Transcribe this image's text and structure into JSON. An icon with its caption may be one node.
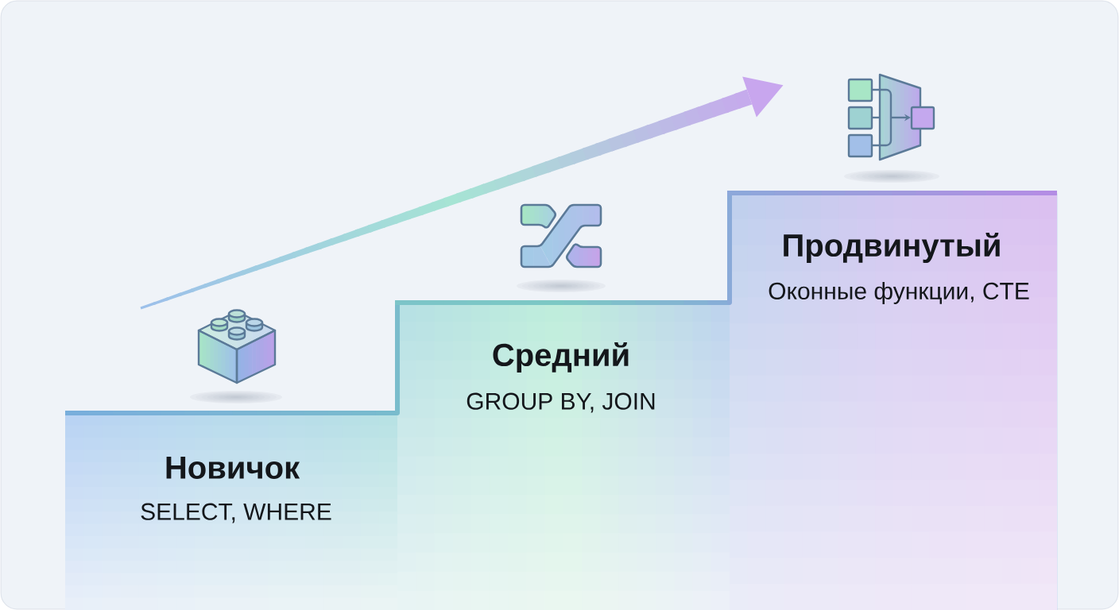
{
  "diagram": {
    "nodes": [
      {
        "text": [
          "Новичок",
          "SELECT, WHERE"
        ]
      },
      {
        "text": [
          "Средний",
          "GROUP BY, JOIN"
        ]
      },
      {
        "text": [
          "Продвинутый",
          "Оконные функции, CTE"
        ]
      }
    ]
  }
}
